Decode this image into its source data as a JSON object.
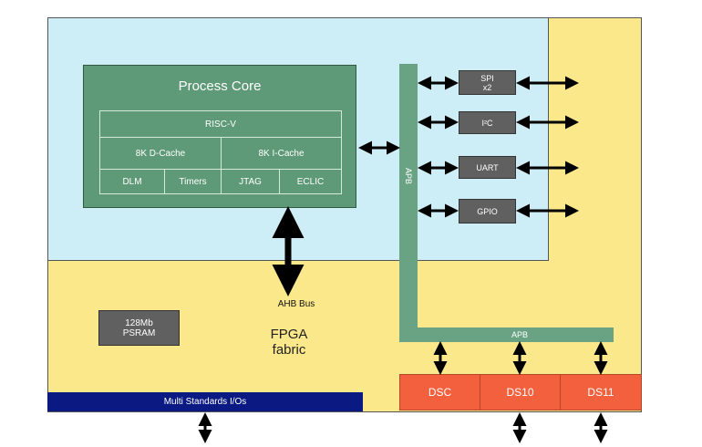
{
  "core": {
    "title": "Process Core",
    "riscv": "RISC-V",
    "dcache": "8K D-Cache",
    "icache": "8K I-Cache",
    "dlm": "DLM",
    "timers": "Timers",
    "jtag": "JTAG",
    "eclic": "ECLIC"
  },
  "bus": {
    "apb_vertical": "APB",
    "apb_horizontal": "APB",
    "ahb": "AHB Bus"
  },
  "peripherals": {
    "spi_line1": "SPI",
    "spi_line2": "x2",
    "i2c": "I²C",
    "uart": "UART",
    "gpio": "GPIO"
  },
  "memory": {
    "line1": "128Mb",
    "line2": "PSRAM"
  },
  "fabric": {
    "line1": "FPGA",
    "line2": "fabric"
  },
  "io": {
    "label": "Multi Standards I/Os"
  },
  "ds_blocks": {
    "dsc": "DSC",
    "ds10": "DS10",
    "ds11": "DS11"
  },
  "colors": {
    "chip_background": "#fbe88a",
    "cpu_area": "#cdeef6",
    "core": "#5e9a77",
    "bus": "#6aa384",
    "peripheral": "#606060",
    "io_bar": "#0a1a82",
    "ds_block": "#f2603d"
  }
}
